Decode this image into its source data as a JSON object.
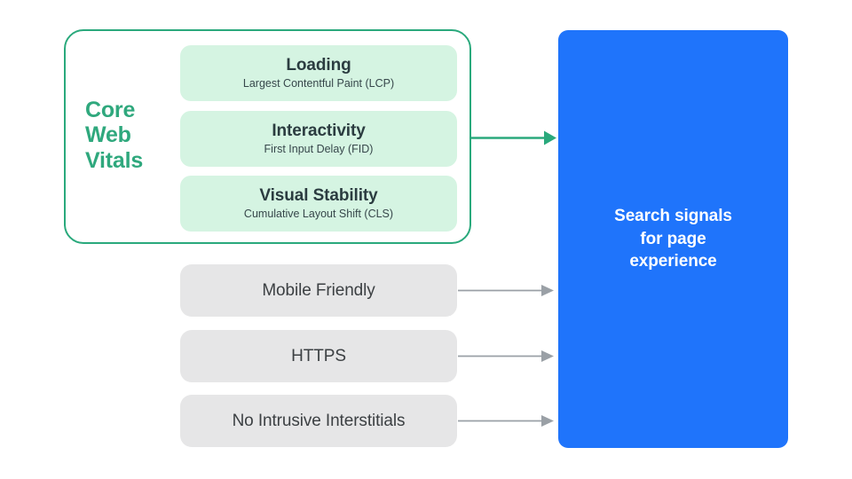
{
  "diagram": {
    "title": "Search signals for page experience",
    "colors": {
      "green_stroke": "#2aa97c",
      "green_label": "#2fa87d",
      "mint_fill": "#d5f4e2",
      "gray_fill": "#e6e6e7",
      "blue_fill": "#1f74fb",
      "arrow_gray": "#9aa0a6",
      "text_dark": "#2b3c40",
      "text_gray": "#3c4043",
      "white": "#ffffff"
    }
  },
  "core_web_vitals": {
    "group_label": "Core\nWeb\nVitals",
    "group_label_lines": [
      "Core",
      "Web",
      "Vitals"
    ],
    "metrics": [
      {
        "title": "Loading",
        "subtitle": "Largest Contentful Paint (LCP)"
      },
      {
        "title": "Interactivity",
        "subtitle": "First Input Delay (FID)"
      },
      {
        "title": "Visual Stability",
        "subtitle": "Cumulative Layout Shift (CLS)"
      }
    ]
  },
  "other_signals": [
    {
      "label": "Mobile Friendly"
    },
    {
      "label": "HTTPS"
    },
    {
      "label": "No Intrusive Interstitials"
    }
  ],
  "output_panel": {
    "lines": [
      "Search signals",
      "for page",
      "experience"
    ],
    "text": "Search signals for page experience"
  },
  "arrows": [
    {
      "name": "core-web-vitals-arrow",
      "color": "#2aa97c"
    },
    {
      "name": "mobile-friendly-arrow",
      "color": "#9aa0a6"
    },
    {
      "name": "https-arrow",
      "color": "#9aa0a6"
    },
    {
      "name": "no-intrusive-interstitials-arrow",
      "color": "#9aa0a6"
    }
  ]
}
